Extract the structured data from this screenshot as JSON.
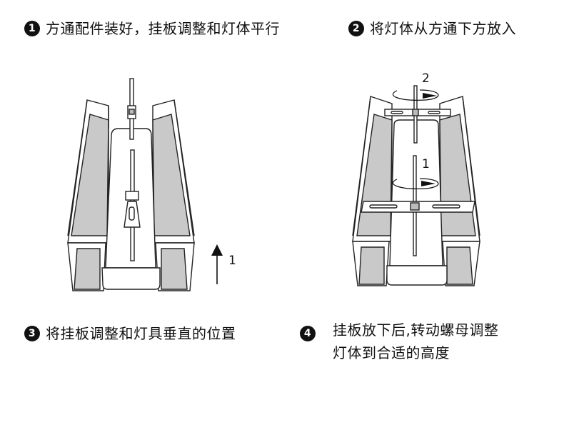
{
  "steps": [
    {
      "number": "1",
      "text": "方通配件装好，挂板调整和灯体平行"
    },
    {
      "number": "2",
      "text": "将灯体从方通下方放入"
    },
    {
      "number": "3",
      "text": "将挂板调整和灯具垂直的位置"
    },
    {
      "number": "4",
      "lines": [
        "挂板放下后,转动螺母调整",
        "灯体到合适的高度"
      ]
    }
  ],
  "figure_labels": {
    "fig1_arrow": "1",
    "fig2_upper_rotation": "2",
    "fig2_lower_rotation": "1"
  },
  "colors": {
    "badge": "#111111",
    "line": "#222222",
    "panel_gray": "#c9c9c9",
    "panel_dark": "#b5b5b5"
  }
}
